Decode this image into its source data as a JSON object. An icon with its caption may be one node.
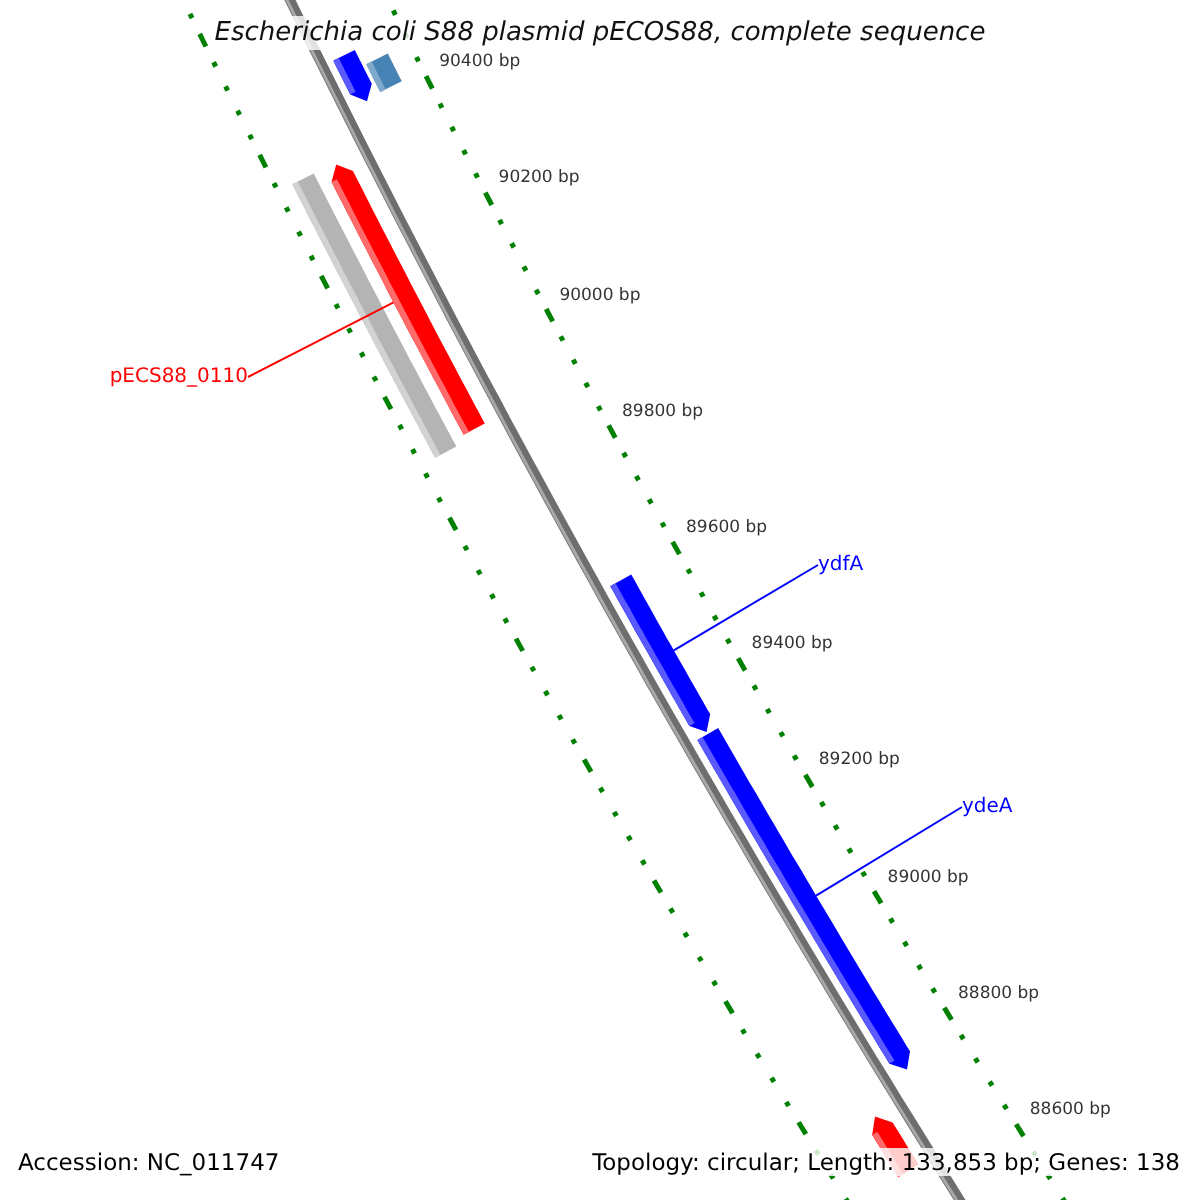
{
  "diagram": {
    "title": "Escherichia coli S88 plasmid pECOS88, complete sequence",
    "nodes": [
      {
        "text": [],
        "shape": "bar"
      },
      {
        "text": [],
        "shape": "bar"
      },
      {
        "text": [],
        "shape": "bar"
      },
      {
        "text": [],
        "shape": "bar"
      },
      {
        "text": [
          "pECS88_0110"
        ]
      },
      {
        "text": [
          "ydfA"
        ]
      },
      {
        "text": [],
        "shape": "bar"
      },
      {
        "text": [
          "ydeA"
        ]
      },
      {
        "text": [],
        "shape": "bar"
      },
      {
        "text": [],
        "shape": "bar"
      }
    ],
    "edges": [
      {
        "from": 4,
        "to": 2,
        "arrow": "none",
        "color": "#ff0000"
      },
      {
        "from": 5,
        "to": 6,
        "arrow": "none"
      },
      {
        "from": 7,
        "to": 8,
        "arrow": "none"
      }
    ],
    "labels": [
      "90400 bp",
      "90200 bp",
      "90000 bp",
      "89800 bp",
      "89600 bp",
      "89400 bp",
      "89200 bp",
      "89000 bp",
      "88800 bp",
      "88600 bp",
      "Accession: NC_011747",
      "Topology: circular; Length: 133,853 bp; Genes: 138"
    ]
  }
}
